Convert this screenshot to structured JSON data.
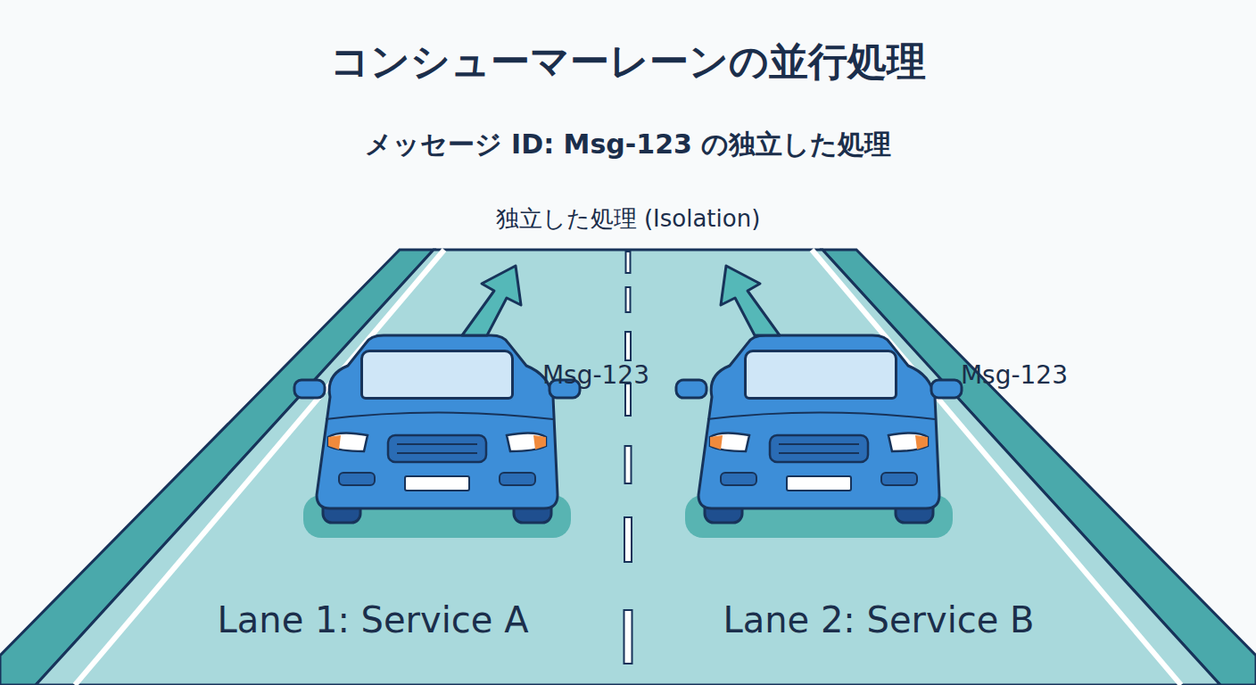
{
  "diagram": {
    "title": "コンシューマーレーンの並行処理",
    "nodes": [
      {
        "text": [
          "Lane 1: Service A"
        ]
      },
      {
        "text": [
          "Msg-123"
        ],
        "in": 0
      },
      {
        "text": [
          "Lane 2: Service B"
        ]
      },
      {
        "text": [
          "Msg-123"
        ],
        "in": 2
      }
    ],
    "labels": [
      "メッセージ ID: Msg-123 の独立した処理",
      "独立した処理 (Isolation)"
    ]
  }
}
